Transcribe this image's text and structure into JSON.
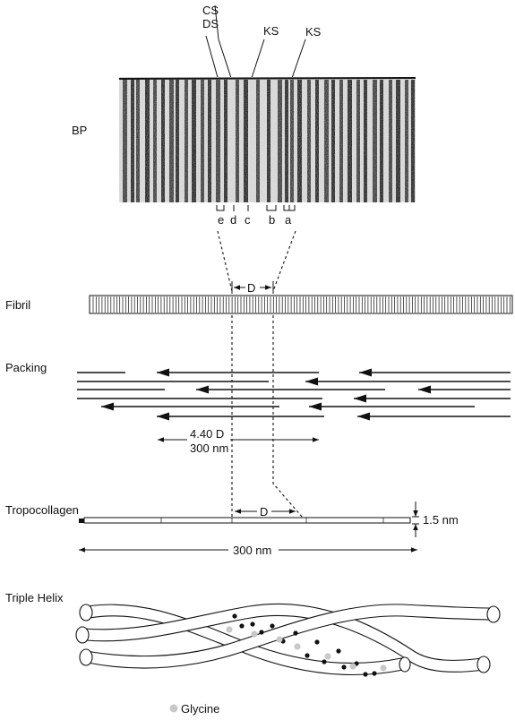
{
  "colors": {
    "ink": "#111111",
    "band_dark": "#1a1a1a",
    "band_light": "#bdbdbd",
    "glycine": "#c8c8c8",
    "dot_dark": "#111111"
  },
  "labels": {
    "cs": "CS",
    "ds": "DS",
    "ks1": "KS",
    "ks2": "KS",
    "bp": "BP",
    "fibril": "Fibril",
    "packing": "Packing",
    "tropocollagen": "Tropocollagen",
    "triple_helix": "Triple Helix",
    "d_fibril": "D",
    "d_tropo": "D",
    "packing_len": "4.40 D",
    "packing_nm": "300 nm",
    "thickness": "1.5 nm",
    "tropo_length": "300 nm",
    "legend_glycine": "Glycine"
  },
  "band_letters": [
    "e",
    "d",
    "c",
    "b",
    "a"
  ]
}
